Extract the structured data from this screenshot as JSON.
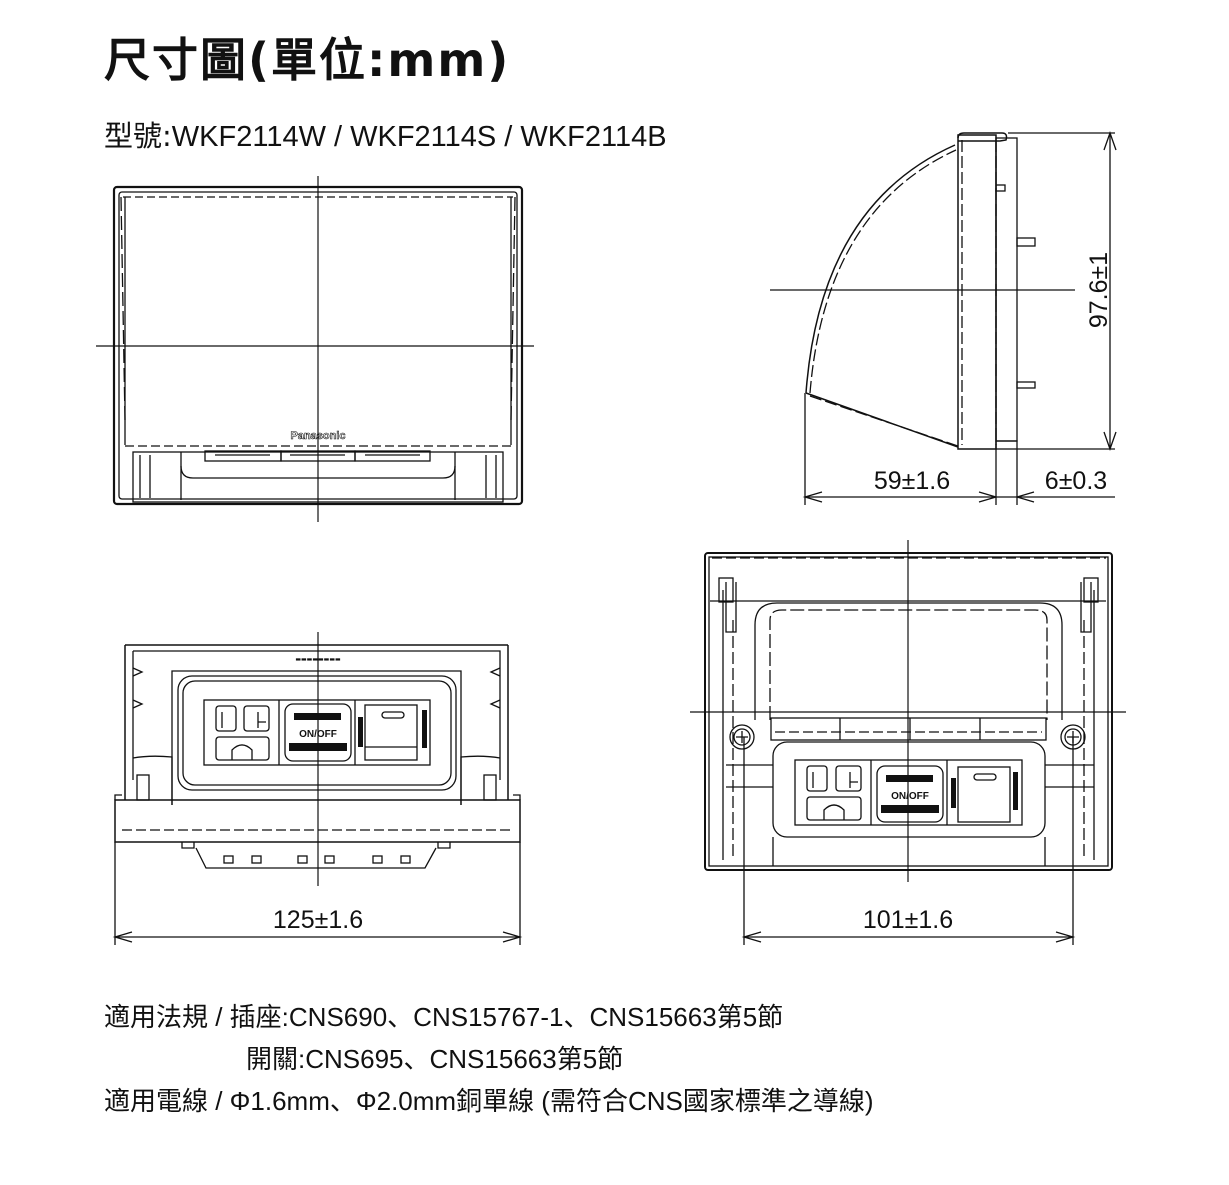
{
  "header": {
    "title": "尺寸圖(單位:mm)",
    "model_label": "型號:",
    "models": "WKF2114W / WKF2114S / WKF2114B"
  },
  "views": {
    "front": {
      "brand": "Panasonic"
    },
    "side": {
      "height_dim": "97.6±1",
      "depth_dim": "59±1.6",
      "plate_dim": "6±0.3"
    },
    "open_front": {
      "width_dim": "125±1.6",
      "switch_text": "ON/OFF"
    },
    "mounting": {
      "pitch_dim": "101±1.6",
      "switch_text": "ON/OFF"
    }
  },
  "notes": {
    "row1_label": "適用法規 / 插座:",
    "row1_value": "CNS690、CNS15767-1、CNS15663第5節",
    "row2_label": "開關:",
    "row2_value": "CNS695、CNS15663第5節",
    "row3_label": "適用電線 / ",
    "row3_value": "Φ1.6mm、Φ2.0mm銅單線 (需符合CNS國家標準之導線)"
  }
}
